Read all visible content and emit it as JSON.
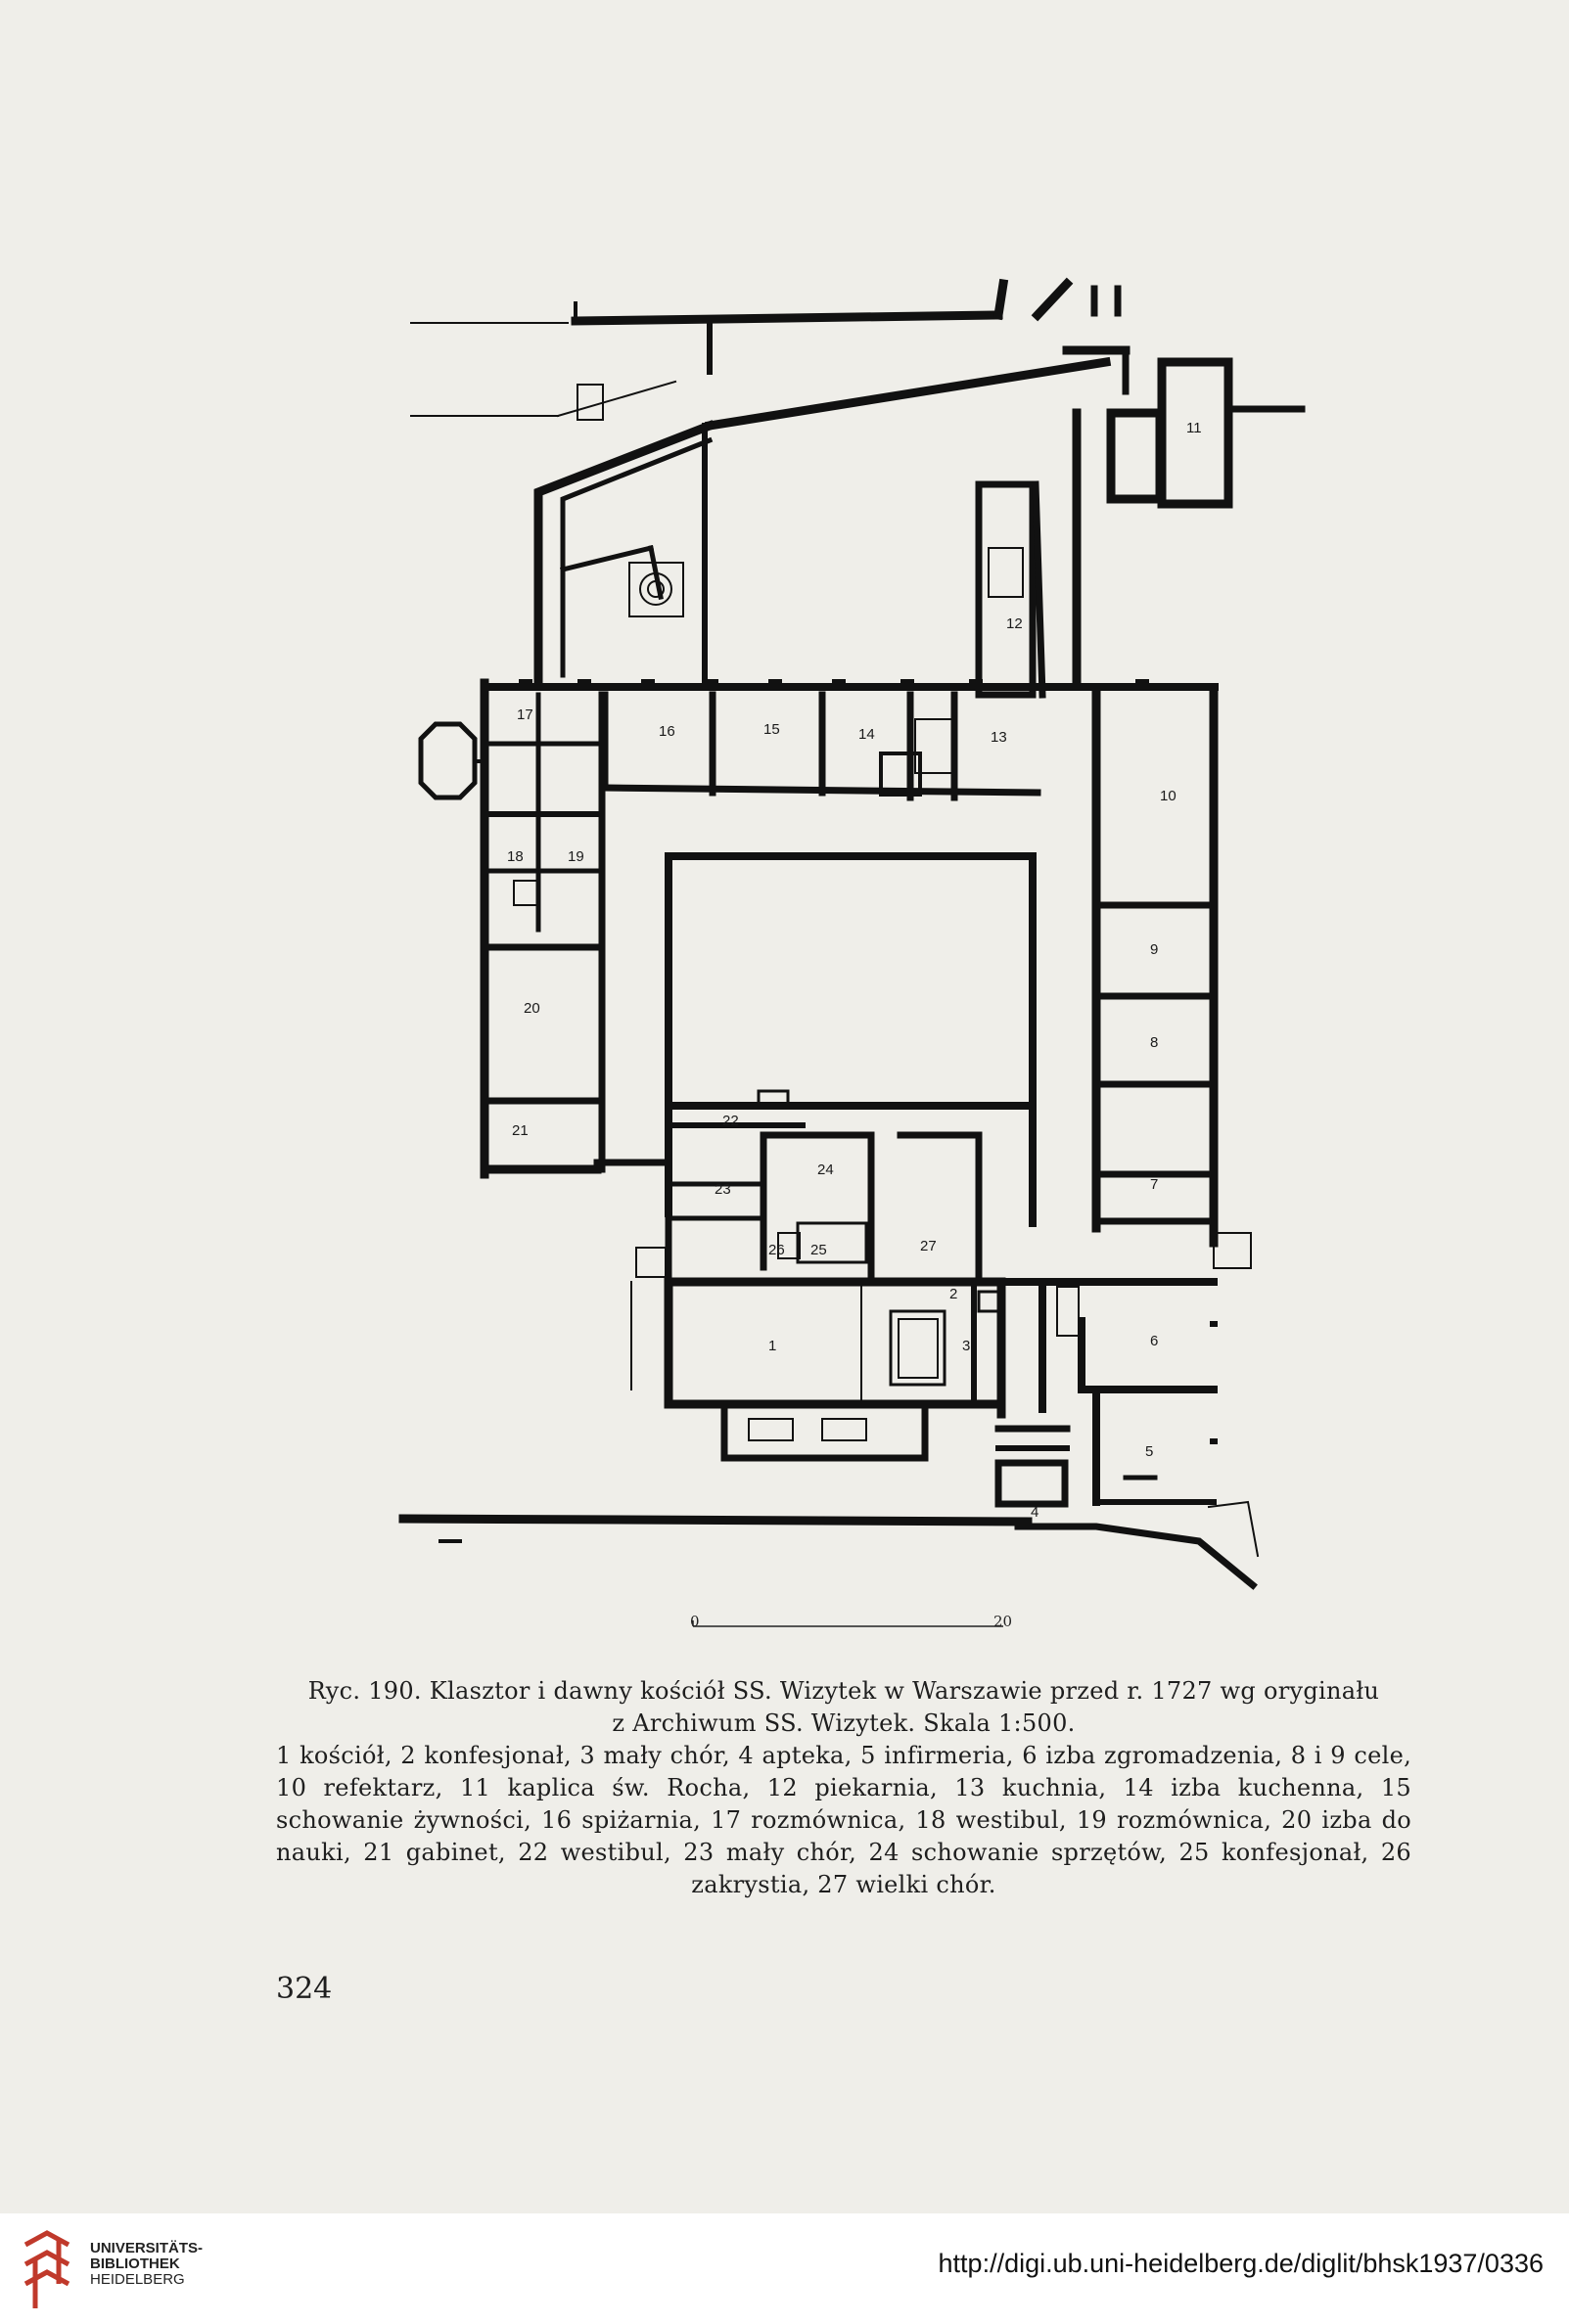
{
  "figure": {
    "room_numbers": [
      "1",
      "2",
      "3",
      "4",
      "5",
      "6",
      "7",
      "8",
      "9",
      "10",
      "11",
      "12",
      "13",
      "14",
      "15",
      "16",
      "17",
      "18",
      "19",
      "20",
      "21",
      "22",
      "23",
      "24",
      "25",
      "26",
      "27"
    ],
    "scale_labels": [
      "0",
      "20"
    ]
  },
  "caption": {
    "title_line1": "Ryc. 190. Klasztor i dawny kościół SS. Wizytek w Warszawie przed r. 1727 wg oryginału",
    "title_line2": "z Archiwum SS. Wizytek. Skala 1:500.",
    "legend": "1 kościół, 2 konfesjonał, 3 mały chór, 4 apteka, 5 infirmeria, 6 izba zgromadzenia, 8 i 9 cele, 10 refektarz, 11 kaplica św. Rocha, 12 piekarnia, 13 kuchnia, 14 izba kuchenna, 15 schowanie żywności, 16 spiżarnia, 17 rozmównica, 18 westibul, 19 rozmównica, 20 izba do nauki, 21 gabinet, 22 westibul, 23 mały chór, 24 schowanie sprzętów, 25 konfesjonał, 26 zakrystia, 27 wielki chór."
  },
  "page_number": "324",
  "footer": {
    "logo_line1": "UNIVERSITÄTS-",
    "logo_line2": "BIBLIOTHEK",
    "logo_line3": "HEIDELBERG",
    "url": "http://digi.ub.uni-heidelberg.de/diglit/bhsk1937/0336",
    "logo_color": "#c0392b"
  }
}
